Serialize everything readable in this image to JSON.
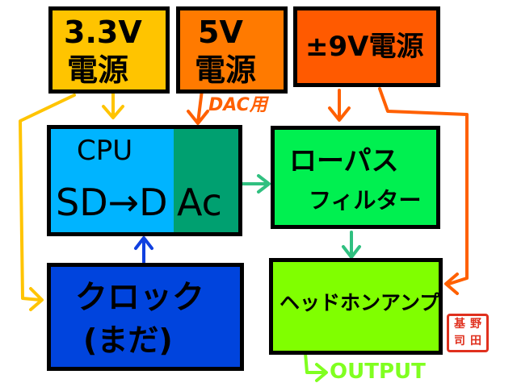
{
  "power": {
    "v33": {
      "line1": "3.3V",
      "line2": "電源"
    },
    "v5": {
      "line1": "5V",
      "line2": "電源"
    },
    "v9": {
      "label": "±9V電源"
    }
  },
  "dac_power_note": "DAC用",
  "cpu": {
    "title": "CPU",
    "flow": "SD→D",
    "dac": "Ac"
  },
  "lowpass": {
    "line1": "ローパス",
    "line2": "フィルター"
  },
  "clock": {
    "line1": "クロック",
    "line2": "(まだ)"
  },
  "headphone_amp": {
    "label": "ヘッドホンアンプ"
  },
  "output_label": "OUTPUT",
  "stamp": {
    "chars": [
      "野",
      "田",
      "基",
      "司"
    ]
  },
  "colors": {
    "v33_fill": "#ffc400",
    "v5_fill": "#ff7a00",
    "v9_fill": "#ff5a00",
    "cpu_fill": "#00b4ff",
    "dac_fill": "#00a070",
    "lowpass_fill": "#00f050",
    "clock_fill": "#0044dd",
    "amp_fill": "#80ff00",
    "wire_yellow": "#ffc400",
    "wire_orange": "#ff6000",
    "wire_teal": "#30c080",
    "wire_blue": "#1040e0",
    "wire_green": "#80ff20",
    "stamp": "#e0301e"
  }
}
